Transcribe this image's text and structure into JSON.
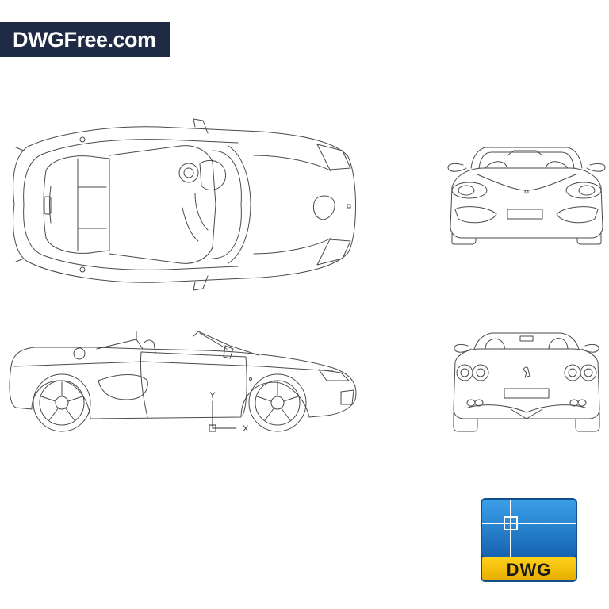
{
  "brand": {
    "logo_text": "DWGFree.com"
  },
  "badge": {
    "label": "DWG"
  },
  "ucs": {
    "x_label": "X",
    "y_label": "Y"
  },
  "colors": {
    "banner_bg": "#1f2a44",
    "badge_blue": "#1a73c7",
    "badge_yellow": "#f5c400",
    "line": "#4a4a4a"
  },
  "icons": [
    "dwg-file-icon",
    "ucs-axis-icon",
    "ferrari-emblem-icon"
  ]
}
